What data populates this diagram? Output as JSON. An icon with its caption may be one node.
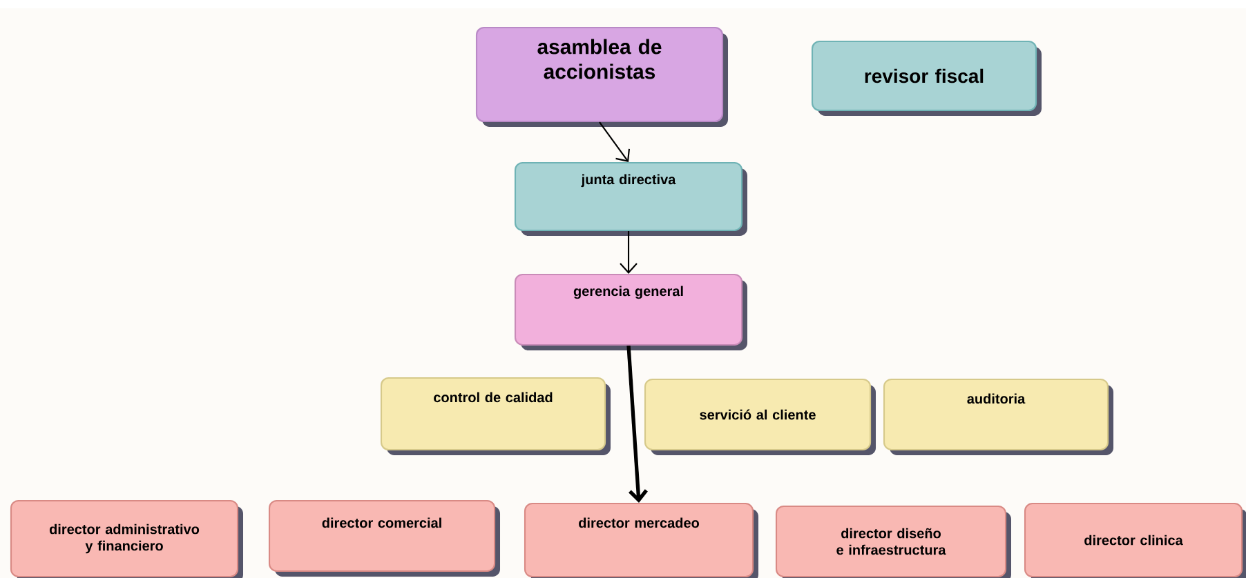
{
  "diagram": {
    "nodes": [
      {
        "text": [
          "asamblea de accionistas"
        ]
      },
      {
        "text": [
          "revisor fiscal"
        ]
      },
      {
        "text": [
          "junta directiva"
        ]
      },
      {
        "text": [
          "gerencia general"
        ]
      },
      {
        "text": [
          "control de calidad"
        ]
      },
      {
        "text": [
          "servició al cliente"
        ]
      },
      {
        "text": [
          "auditoria"
        ]
      },
      {
        "text": [
          "director administrativo y financiero"
        ]
      },
      {
        "text": [
          "director comercial"
        ]
      },
      {
        "text": [
          "director mercadeo"
        ]
      },
      {
        "text": [
          "director diseño e infraestructura"
        ]
      },
      {
        "text": [
          "director clinica"
        ]
      }
    ],
    "edges": [
      {
        "from": 0,
        "to": 2,
        "arrow": "to"
      },
      {
        "from": 2,
        "to": 3,
        "arrow": "to"
      },
      {
        "from": 3,
        "to": 9,
        "arrow": "to",
        "style": "thick"
      }
    ]
  }
}
